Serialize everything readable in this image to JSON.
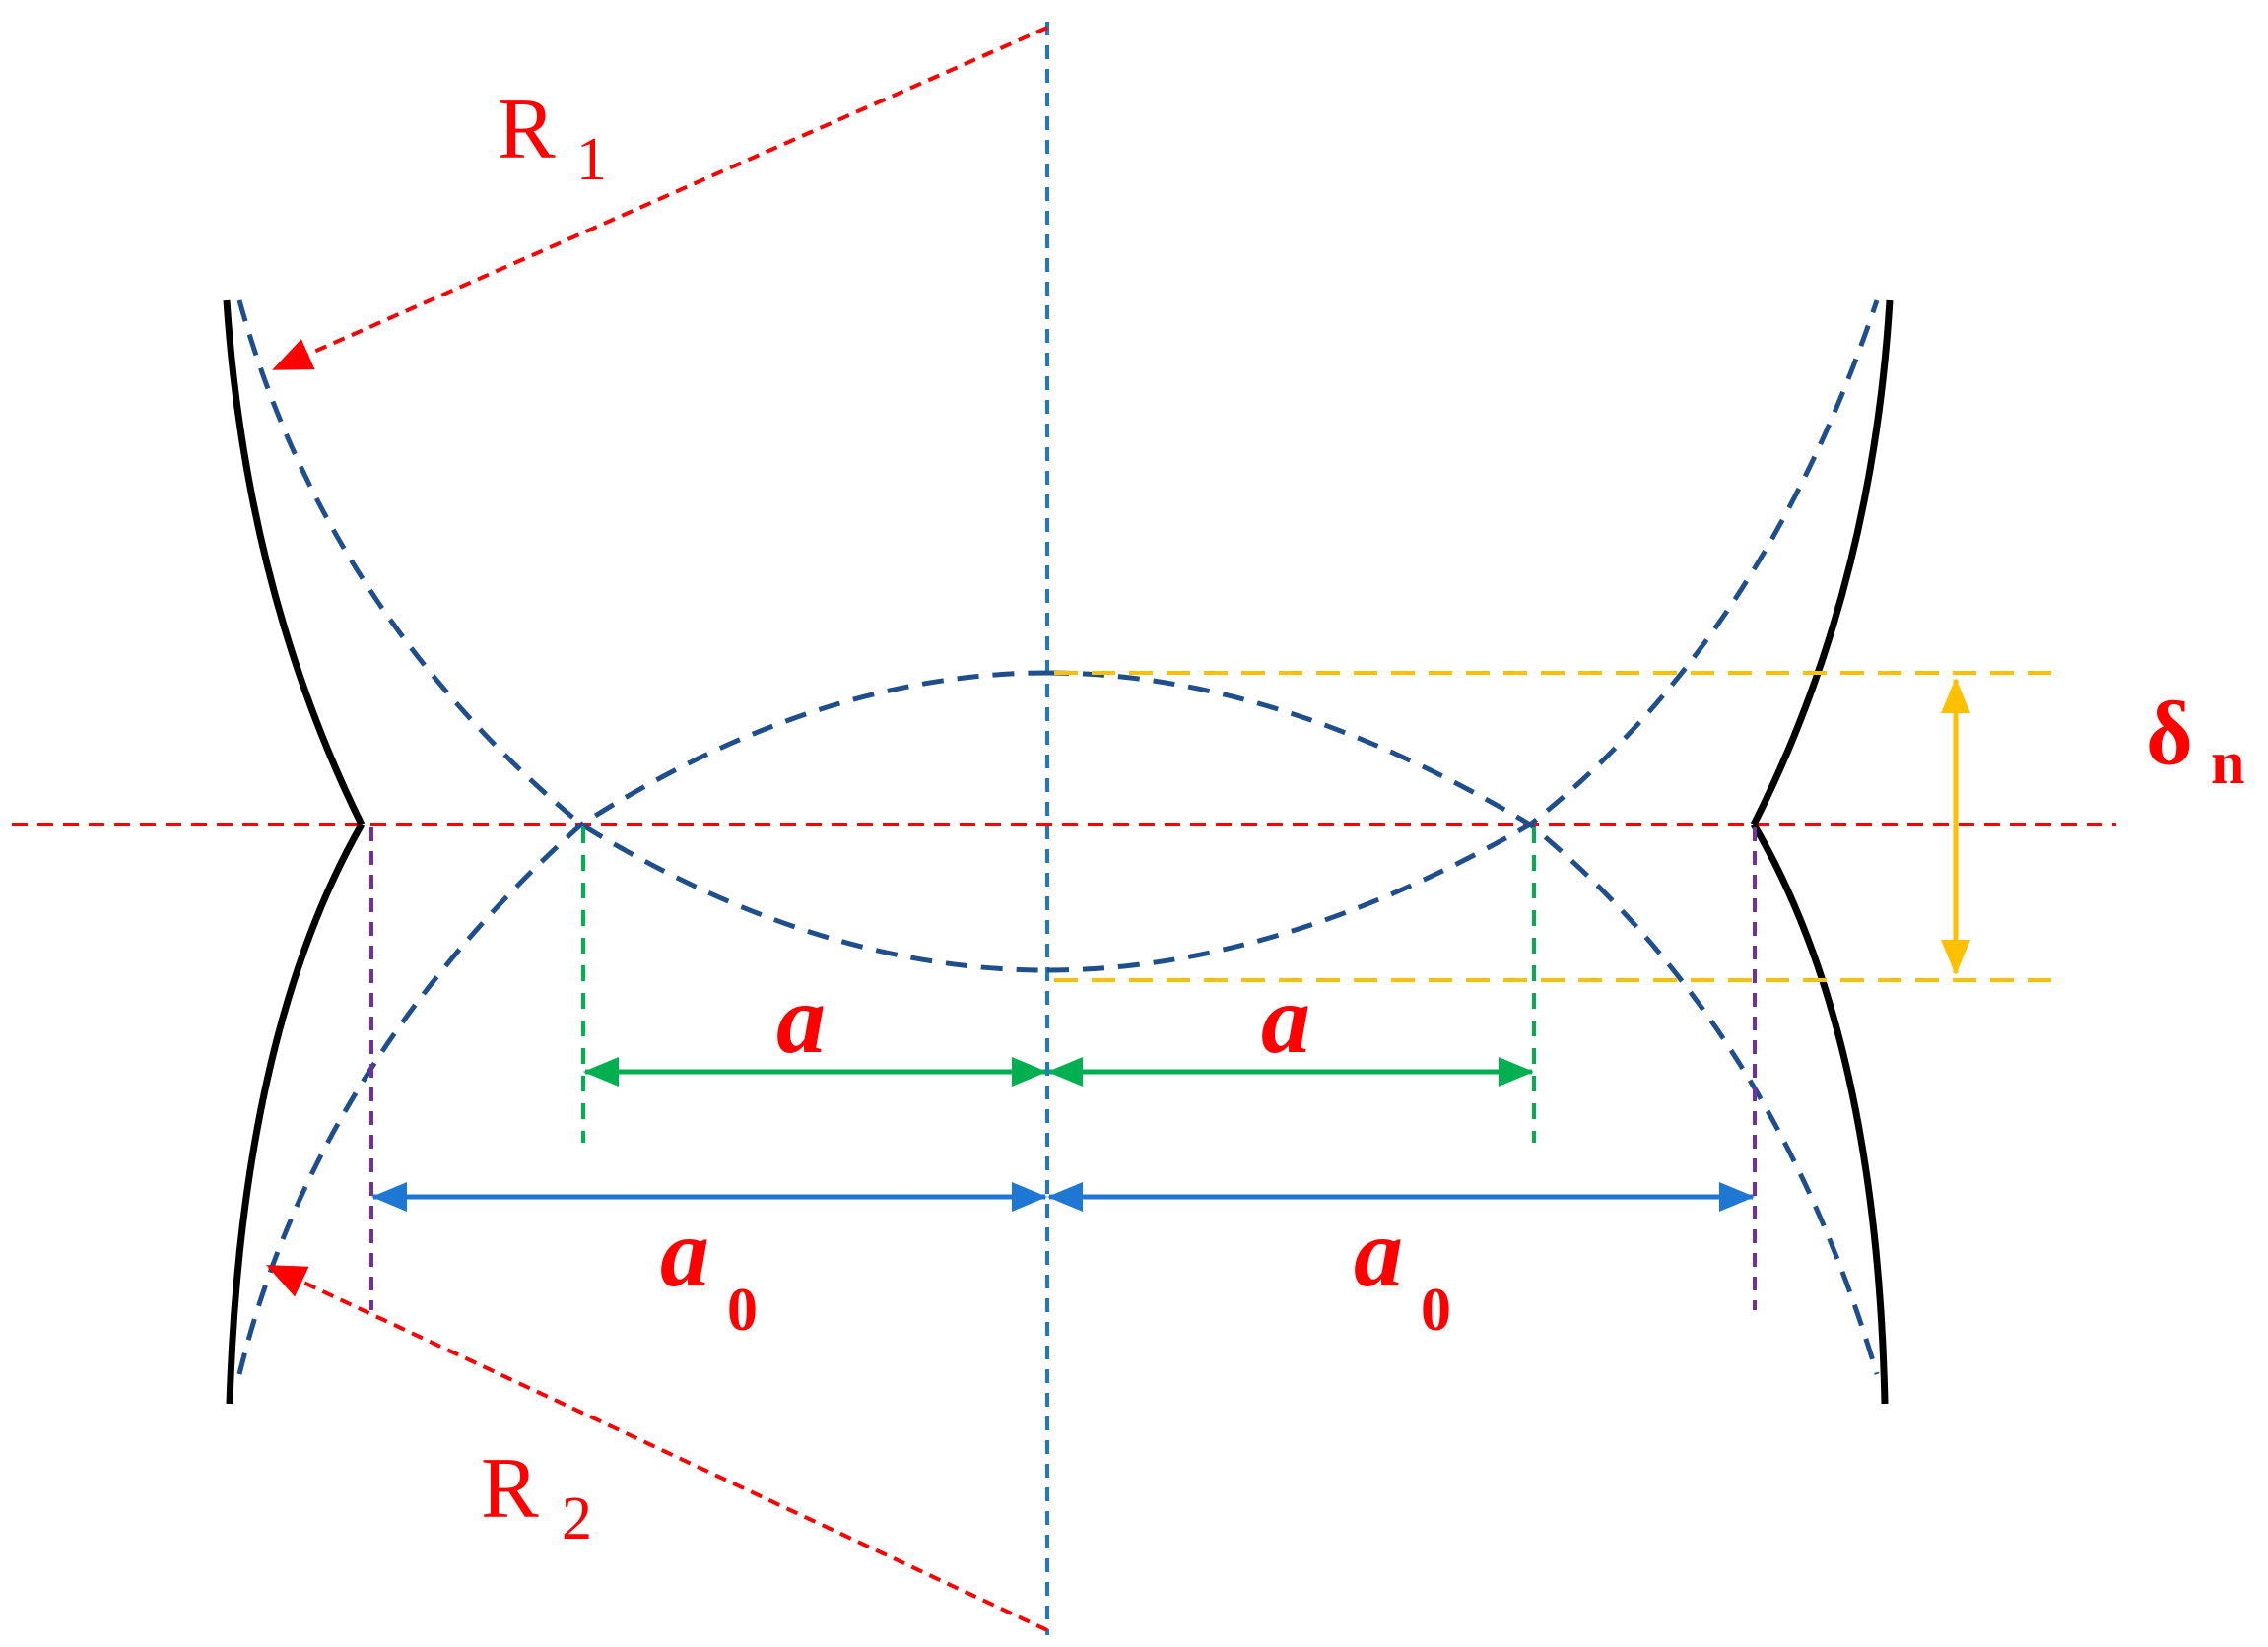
{
  "labels": {
    "r1": "R",
    "r1_sub": "1",
    "r2": "R",
    "r2_sub": "2",
    "a_left": "a",
    "a_right": "a",
    "a0_left": "a",
    "a0_left_sub": "0",
    "a0_right": "a",
    "a0_right_sub": "0",
    "delta": "δ",
    "delta_sub": "n"
  },
  "colors": {
    "profile": "#000000",
    "circle_arcs": "#1f4e8c",
    "center_axis": "#1f77d4",
    "pitch_line": "#ff0000",
    "radius_arrows": "#ff0000",
    "a_dimension": "#00b050",
    "a0_dimension": "#1f77d4",
    "a0_extension": "#7030a0",
    "delta_dimension": "#ffc000",
    "label_text": "#ff0000"
  }
}
